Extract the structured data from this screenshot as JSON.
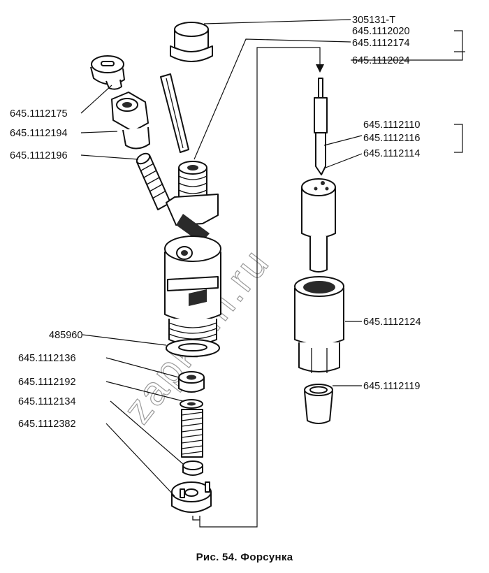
{
  "caption": "Рис. 54. Форсунка",
  "watermark": "zapkam.ru",
  "labels": {
    "p305131t": "305131-Т",
    "p1112020": "645.1112020",
    "p1112174": "645.1112174",
    "p1112024": "645.1112024",
    "p1112175": "645.1112175",
    "p1112194": "645.1112194",
    "p1112196": "645.1112196",
    "p1112110": "645.1112110",
    "p1112116": "645.1112116",
    "p1112114": "645.1112114",
    "p1112124": "645.1112124",
    "p485960": "485960",
    "p1112136": "645.1112136",
    "p1112192": "645.1112192",
    "p1112134": "645.1112134",
    "p1112382": "645.1112382",
    "p1112119": "645.1112119"
  }
}
